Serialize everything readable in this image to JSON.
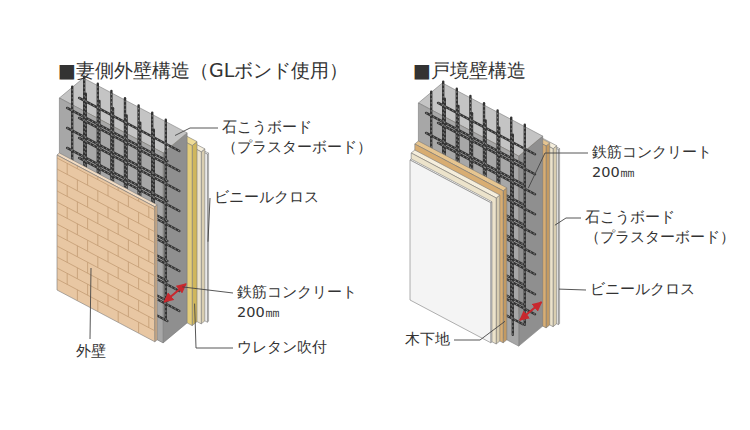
{
  "diagram": {
    "labels": [
      "■妻側外壁構造（GLボンド使用）",
      "石こうボード （プラスターボード）",
      "ビニールクロス",
      "鉄筋コンクリート 200㎜",
      "外壁",
      "ウレタン吹付",
      "■戸境壁構造",
      "鉄筋コンクリート 200㎜",
      "石こうボード （プラスターボード）",
      "ビニールクロス",
      "木下地"
    ]
  }
}
